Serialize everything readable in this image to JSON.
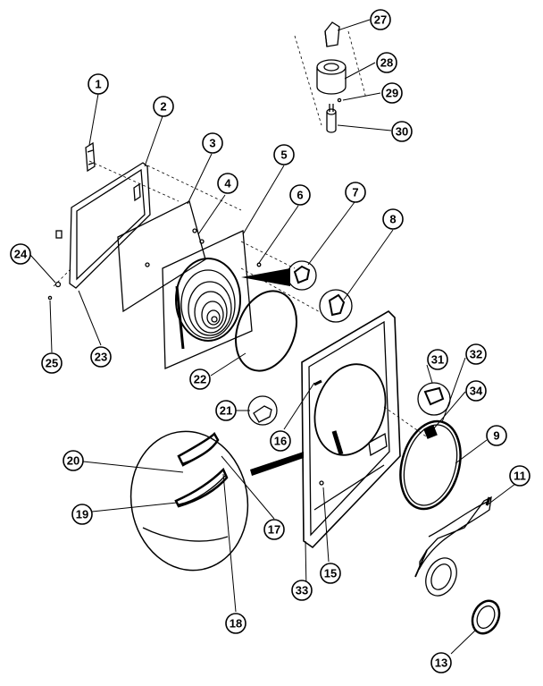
{
  "callouts": [
    "1",
    "2",
    "3",
    "4",
    "5",
    "6",
    "7",
    "8",
    "9",
    "11",
    "13",
    "15",
    "16",
    "17",
    "18",
    "19",
    "20",
    "21",
    "22",
    "23",
    "24",
    "25",
    "27",
    "28",
    "29",
    "30",
    "31",
    "32",
    "33",
    "34"
  ]
}
